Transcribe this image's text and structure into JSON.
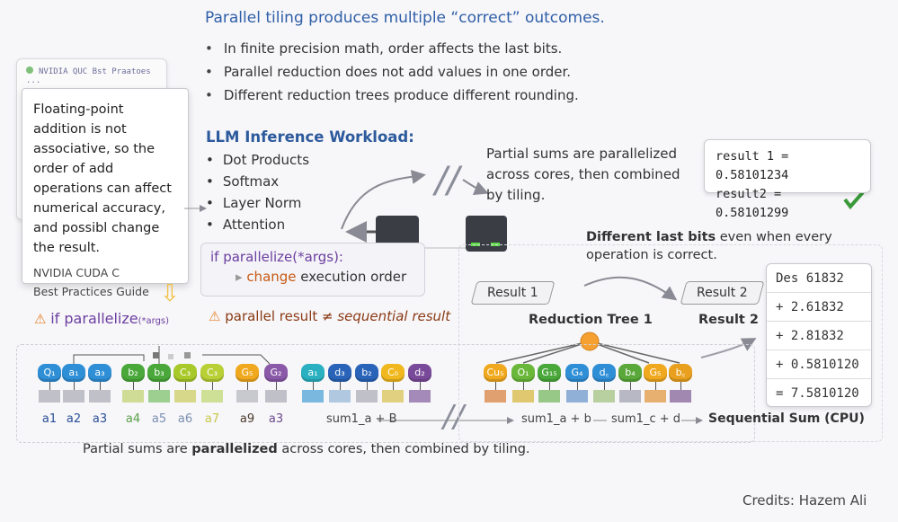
{
  "title": "Parallel tiling produces multiple “correct” outcomes.",
  "bullets": [
    "In finite precision math, order affects the last bits.",
    "Parallel reduction does not add values in one order.",
    "Different reduction trees produce different rounding."
  ],
  "card_back_header": "NVIDIA QUC Bst Praatoes ...",
  "card": {
    "text": "Floating-point addition is not associative, so the order of add operations can affect numerical accuracy, and possibl change the result.",
    "source_line1": "NVIDIA CUDA C",
    "source_line2": "Best Practices Guide"
  },
  "llm": {
    "heading": "LLM Inference Workload:",
    "items": [
      "Dot Products",
      "Softmax",
      "Layer Norm",
      "Attention"
    ]
  },
  "code": {
    "line1": "if parallelize(*args):",
    "line2_prefix": "▸ ",
    "line2_keyword": "change",
    "line2_rest": " execution order"
  },
  "warnings": {
    "left_main": "if parallelize",
    "left_args": "(*args)",
    "right": "parallel result ≠ ",
    "right_italic": "sequential result"
  },
  "partial_text": [
    "Partial sums are parallelized",
    "across cores, then combined",
    "by tiling."
  ],
  "results": [
    "result 1 = 0.58101234",
    "result2 = 0.58101299"
  ],
  "diff": {
    "bold": "Different last bits",
    "rest": " even when every",
    "line2": "operation is correct."
  },
  "tree": {
    "result1": "Result 1",
    "result2": "Result 2",
    "tree_label": "Reduction Tree 1",
    "result2_label": "Result 2"
  },
  "sums": [
    "Des 61832",
    "+ 2.61832",
    "+ 2.81832",
    "+ 0.5810120",
    "= 7.5810120"
  ],
  "left_tokens": [
    {
      "t": "Q₁",
      "c": "#2f8fd6"
    },
    {
      "t": "a₁",
      "c": "#2f8fd6"
    },
    {
      "t": "a₃",
      "c": "#2f8fd6"
    },
    {
      "t": "b₂",
      "c": "#4aa83a"
    },
    {
      "t": "b₃",
      "c": "#4aa83a"
    },
    {
      "t": "C₃",
      "c": "#a8c92a"
    },
    {
      "t": "C₃",
      "c": "#b8cf36"
    },
    {
      "t": "G₅",
      "c": "#f0a91e"
    },
    {
      "t": "G₂",
      "c": "#8a5aa8"
    },
    {
      "t": "a₁",
      "c": "#2ab0c0"
    },
    {
      "t": "d₃",
      "c": "#2a64b8"
    },
    {
      "t": "b₂",
      "c": "#2a64b8"
    },
    {
      "t": "C₀",
      "c": "#f0b81e"
    },
    {
      "t": "d₂",
      "c": "#7a4a9a"
    }
  ],
  "left_squares": [
    "#c0c0c8",
    "#c0c0c8",
    "#c0c0c8",
    "#cfdc96",
    "#9ccf90",
    "#d8d88a",
    "#cedf96",
    "#c8c8cf",
    "#c0c0c8",
    "#7ab8e0",
    "#b0c8e0",
    "#c0c0c8",
    "#e0d080",
    "#a48ab8"
  ],
  "left_labels": [
    {
      "t": "a1",
      "c": "#2a4f96"
    },
    {
      "t": "a2",
      "c": "#2a4f96"
    },
    {
      "t": "a3",
      "c": "#2a4f96"
    },
    {
      "t": "a4",
      "c": "#5aa04a"
    },
    {
      "t": "a5",
      "c": "#7a90b0"
    },
    {
      "t": "a6",
      "c": "#7a90b0"
    },
    {
      "t": "a7",
      "c": "#c8c84a"
    },
    {
      "t": "a9",
      "c": "#4a3a2a"
    },
    {
      "t": "a3",
      "c": "#6a4a8a"
    }
  ],
  "right_tokens": [
    {
      "t": "Cu₅",
      "c": "#f0a91e"
    },
    {
      "t": "O₁",
      "c": "#6ab83a"
    },
    {
      "t": "G₁₅",
      "c": "#4aa83a"
    },
    {
      "t": "G₄",
      "c": "#2f8fd6"
    },
    {
      "t": "d꜀",
      "c": "#2f8fd6"
    },
    {
      "t": "b₄",
      "c": "#5aa83a"
    },
    {
      "t": "G₅",
      "c": "#f0a91e"
    },
    {
      "t": "b꜀",
      "c": "#e8a01e"
    }
  ],
  "right_squares": [
    "#e0a070",
    "#e0c870",
    "#98c888",
    "#90b0d8",
    "#b8d0a0",
    "#b8b8c4",
    "#e8b070",
    "#a088b0"
  ],
  "flow": {
    "s1": "sum1_a + B",
    "s2": "sum1_a + b",
    "s3": "sum1_c + d",
    "s4": "Sequential Sum (CPU)"
  },
  "bottom": {
    "pre": "Partial sums are ",
    "bold": "parallelized",
    "post": " across cores, then combined by tiling."
  },
  "credits": "Credits: Hazem Ali",
  "colors": {
    "title": "#2f5fa8",
    "warning": "#e8832a",
    "check": "#3a9a3a",
    "node": "#f5a030"
  }
}
